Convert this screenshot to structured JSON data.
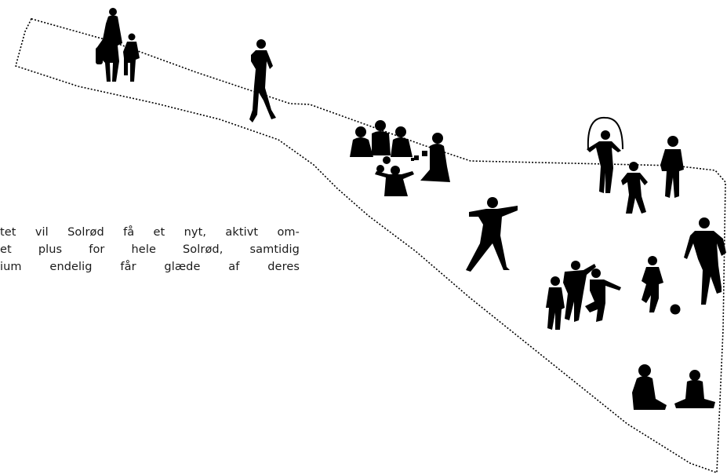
{
  "caption": {
    "lines": [
      "tet vil Solrød få et nyt, aktivt om-",
      "et plus for hele Solrød, samtidig",
      "ium endelig får glæde af deres"
    ]
  },
  "figures": [
    {
      "name": "woman-with-child-walking-icon"
    },
    {
      "name": "jogger-icon"
    },
    {
      "name": "children-playing-group-icon"
    },
    {
      "name": "jump-rope-girl-icon"
    },
    {
      "name": "running-child-icon"
    },
    {
      "name": "walking-person-icon"
    },
    {
      "name": "dancing-woman-icon"
    },
    {
      "name": "running-man-icon"
    },
    {
      "name": "kids-playing-football-icon"
    },
    {
      "name": "ball-icon"
    },
    {
      "name": "sitting-people-icon"
    }
  ],
  "colors": {
    "silhouette": "#000000",
    "outline": "#000000",
    "background": "#ffffff"
  }
}
